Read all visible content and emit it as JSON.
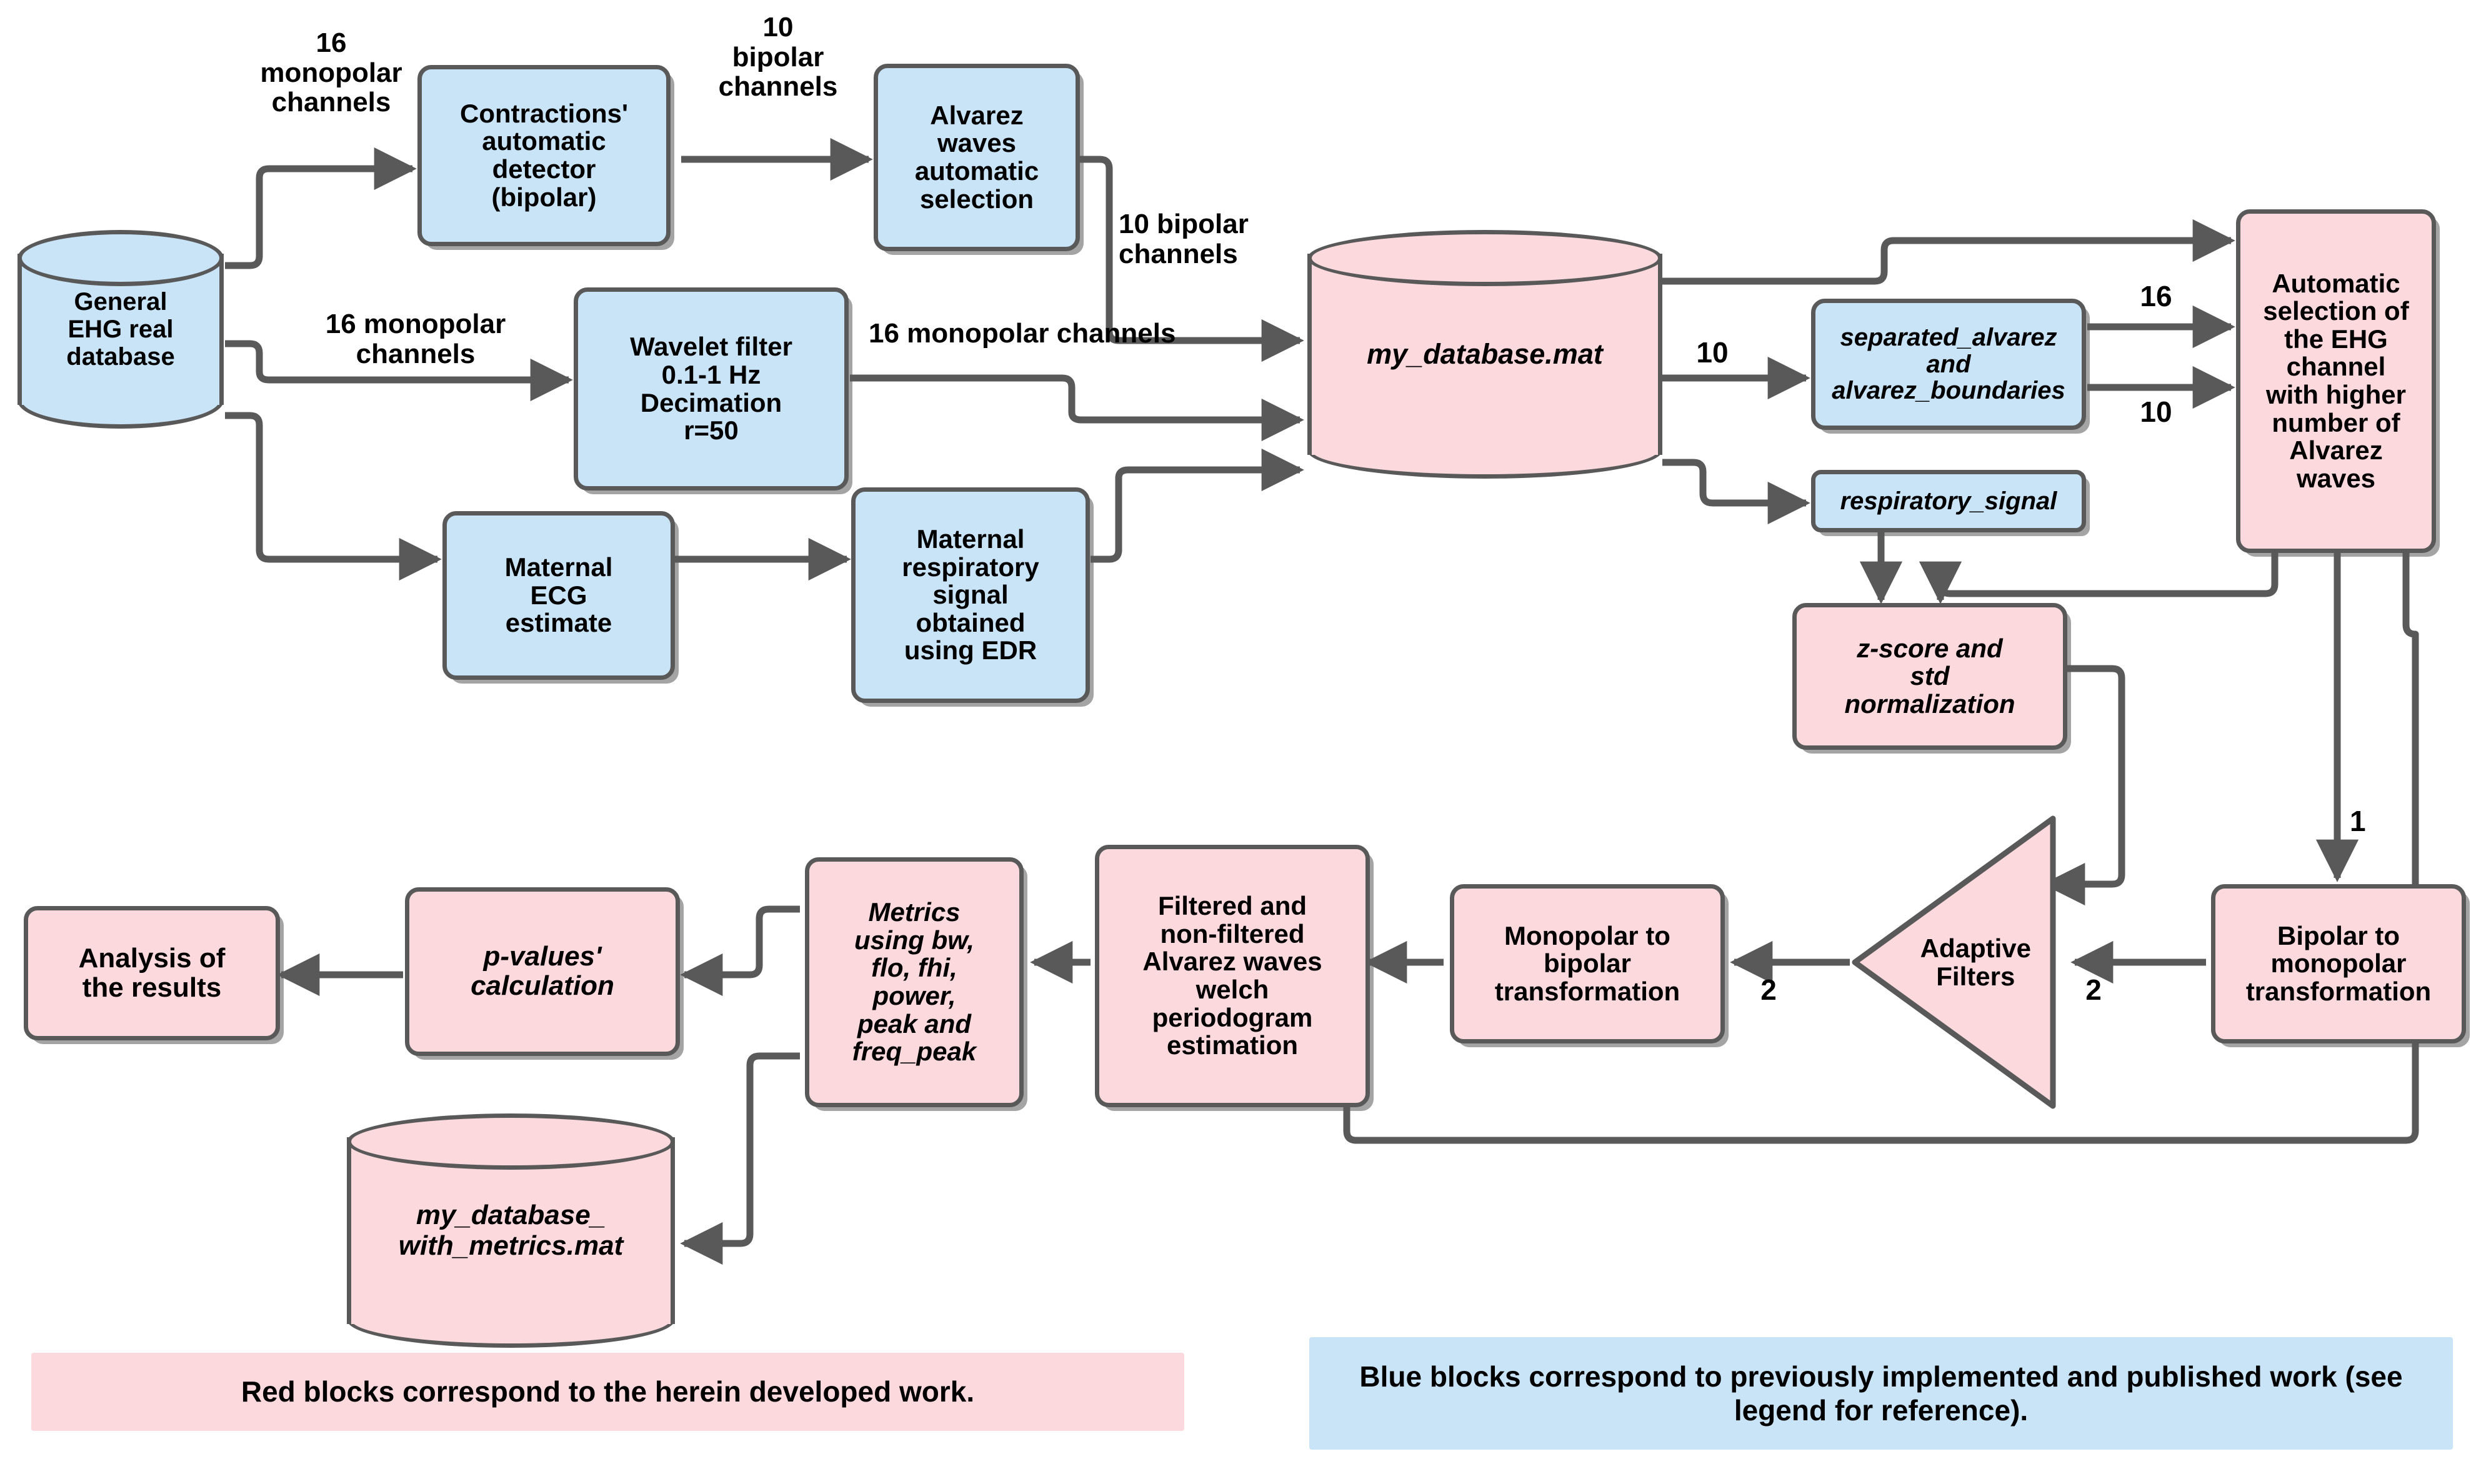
{
  "colors": {
    "blue_fill": "#c9e3f7",
    "pink_fill": "#fbd9dd",
    "stroke": "#595959",
    "text": "#000000"
  },
  "nodes": {
    "general_db": "General\nEHG real\ndatabase",
    "contractions_detector": "Contractions'\nautomatic\ndetector\n(bipolar)",
    "alvarez_selection": "Alvarez\nwaves\nautomatic\nselection",
    "wavelet_filter": "Wavelet filter\n0.1-1 Hz\nDecimation\nr=50",
    "maternal_ecg": "Maternal\nECG\nestimate",
    "maternal_resp": "Maternal\nrespiratory\nsignal\nobtained\nusing EDR",
    "my_database_mat": "my_database.mat",
    "separated_alvarez": "separated_alvarez\nand\nalvarez_boundaries",
    "respiratory_signal": "respiratory_signal",
    "auto_selection_ehg": "Automatic\nselection of\nthe EHG\nchannel\nwith higher\nnumber of\nAlvarez\nwaves",
    "zscore_norm": "z-score and\nstd\nnormalization",
    "adaptive_filters": "Adaptive\nFilters",
    "bipolar_to_monopolar": "Bipolar to\nmonopolar\ntransformation",
    "monopolar_to_bipolar": "Monopolar to\nbipolar\ntransformation",
    "welch_periodogram": "Filtered and\nnon-filtered\nAlvarez waves\nwelch\nperiodogram\nestimation",
    "metrics": "Metrics\nusing bw,\nflo, fhi,\npower,\npeak and\nfreq_peak",
    "pvalues": "p-values'\ncalculation",
    "analysis": "Analysis of\nthe results",
    "db_with_metrics": "my_database_\nwith_metrics.mat"
  },
  "edge_labels": {
    "db_to_contractions": "16\nmonopolar\nchannels",
    "contractions_to_alvarez": "10\nbipolar\nchannels",
    "alvarez_to_db": "10 bipolar\nchannels",
    "db_to_wavelet": "16 monopolar\nchannels",
    "wavelet_to_db": "16 monopolar channels",
    "db_to_sepalvarez": "10",
    "sep_to_auto_16": "16",
    "sep_to_auto_10": "10",
    "auto_to_bip2mono": "1",
    "bip2mono_to_filters": "2",
    "filters_to_mono2bip": "2"
  },
  "legend": {
    "red": "Red blocks correspond to the herein developed work.",
    "blue": "Blue blocks correspond to previously implemented and published work (see legend for reference)."
  }
}
